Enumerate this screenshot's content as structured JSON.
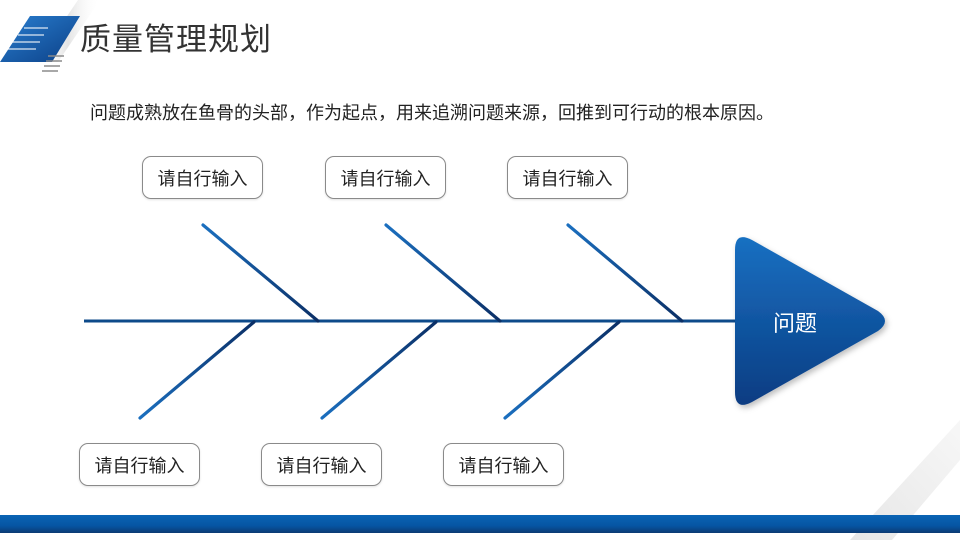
{
  "header": {
    "title": "质量管理规划",
    "logo_icon": "striped-parallelogram-icon"
  },
  "intro": {
    "text": "问题成熟放在鱼骨的头部，作为起点，用来追溯问题来源，回推到可行动的根本原因。"
  },
  "fishbone": {
    "head_label": "问题",
    "top_causes": [
      {
        "label": "请自行输入"
      },
      {
        "label": "请自行输入"
      },
      {
        "label": "请自行输入"
      }
    ],
    "bottom_causes": [
      {
        "label": "请自行输入"
      },
      {
        "label": "请自行输入"
      },
      {
        "label": "请自行输入"
      }
    ]
  },
  "colors": {
    "accent_blue": "#0a64b4",
    "dark_blue": "#0b3a73",
    "spine": "#0d4a8a",
    "box_border": "#8a8a8a",
    "text": "#222222"
  }
}
